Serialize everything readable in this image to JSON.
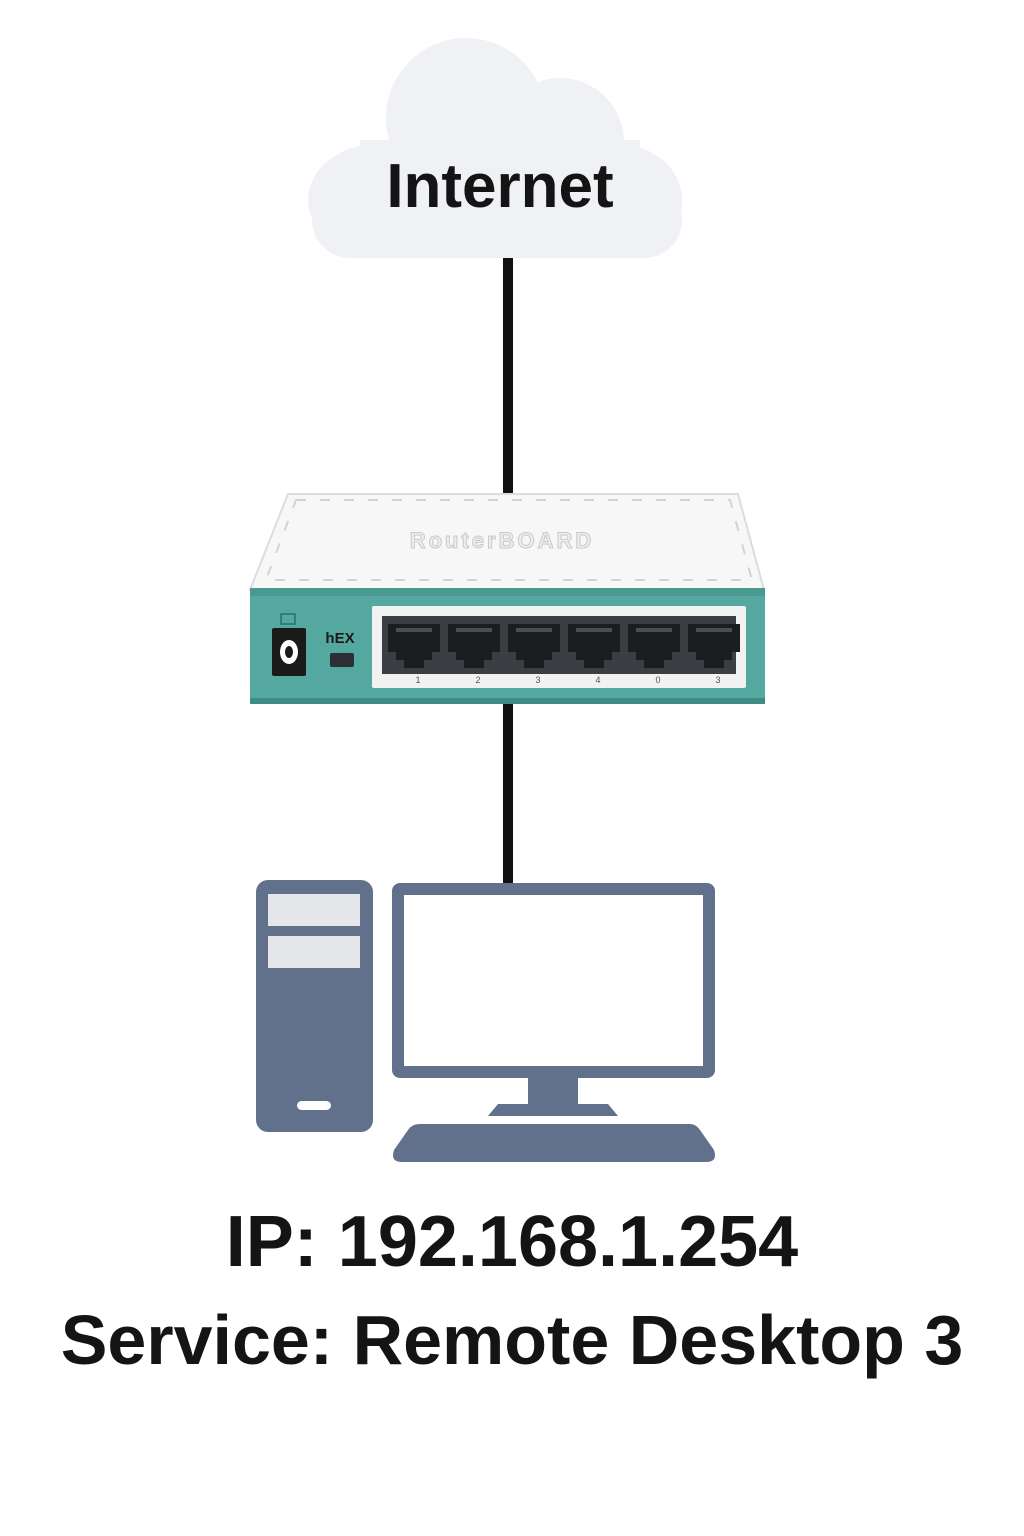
{
  "cloud": {
    "label": "Internet"
  },
  "router": {
    "brand_text": "RouterBOARD",
    "model_label": "hEX",
    "ports": [
      {
        "label": "1"
      },
      {
        "label": "2"
      },
      {
        "label": "3"
      },
      {
        "label": "4"
      },
      {
        "label": "0"
      },
      {
        "label": "3"
      }
    ]
  },
  "computer": {
    "ip": "IP: 192.168.1.254",
    "service": "Service: Remote Desktop 3"
  },
  "colors": {
    "cloud_fill": "#f0f1f5",
    "cable": "#111111",
    "router_teal": "#55a89f",
    "router_top": "#f7f7f7",
    "device_slate": "#62718b"
  },
  "icons": [
    "cloud-icon",
    "router-icon",
    "power-jack-icon",
    "desktop-tower-icon",
    "monitor-icon",
    "keyboard-icon"
  ]
}
